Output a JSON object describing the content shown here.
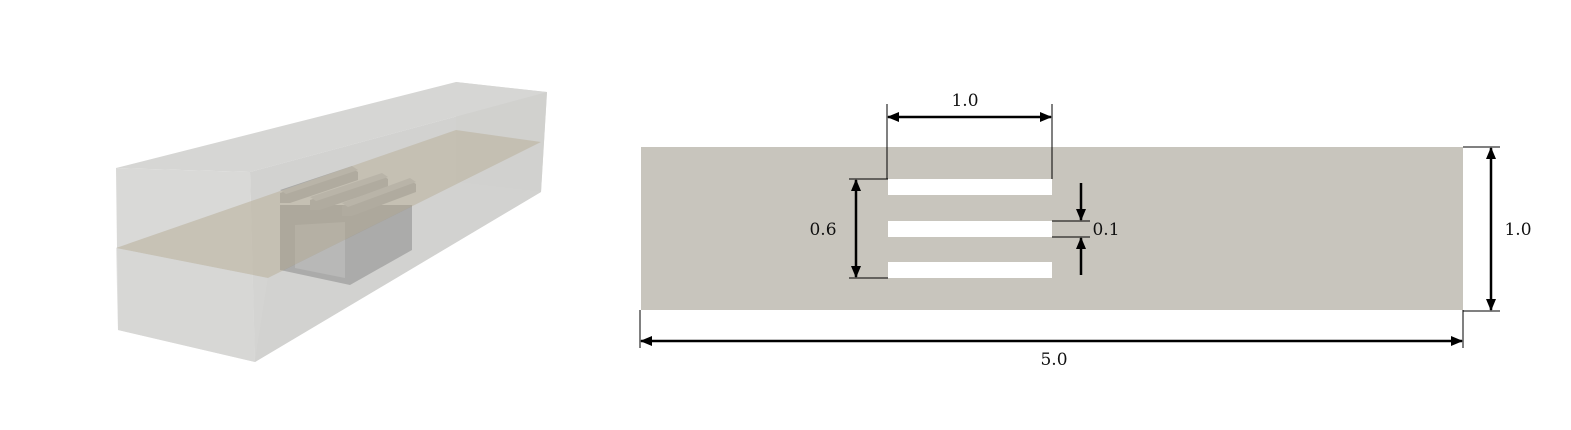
{
  "figure": {
    "panels": [
      {
        "name": "isometric-3d-view"
      },
      {
        "name": "top-view-dimensioned"
      }
    ],
    "colors": {
      "domain_fill": "#c8c5bd",
      "slot_fill": "#ffffff",
      "box_face": "#d3d3d1",
      "mid_plane": "#bfb8a8",
      "bars_dark": "#808080",
      "dimension_line": "#000000"
    },
    "dimensions": {
      "slot_length": "1.0",
      "slot_span": "0.6",
      "slot_gap": "0.1",
      "domain_height": "1.0",
      "domain_length": "5.0"
    },
    "slots": {
      "count": 3
    }
  }
}
